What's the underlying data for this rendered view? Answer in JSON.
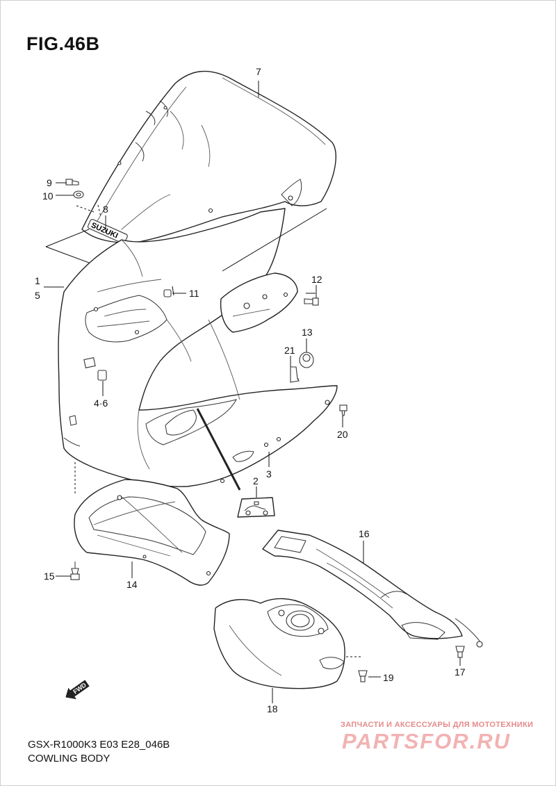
{
  "figure": {
    "title": "FIG.46B",
    "model_code": "GSX-R1000K3 E03 E28_046B",
    "section_name": "COWLING BODY"
  },
  "parts": {
    "p1": "1",
    "p5": "5",
    "p2": "2",
    "p3": "3",
    "p4_6": "4·6",
    "p7": "7",
    "p8": "8",
    "p9": "9",
    "p10": "10",
    "p11": "11",
    "p12": "12",
    "p13": "13",
    "p14": "14",
    "p15": "15",
    "p16": "16",
    "p17": "17",
    "p18": "18",
    "p19": "19",
    "p20": "20",
    "p21": "21"
  },
  "badges": {
    "brand": "SUZUKI",
    "direction": "FWD"
  },
  "watermark": {
    "tagline": "ЗАПЧАСТИ И АКСЕССУАРЫ ДЛЯ МОТОТЕХНИКИ",
    "logo": "PARTSFOR.RU"
  }
}
